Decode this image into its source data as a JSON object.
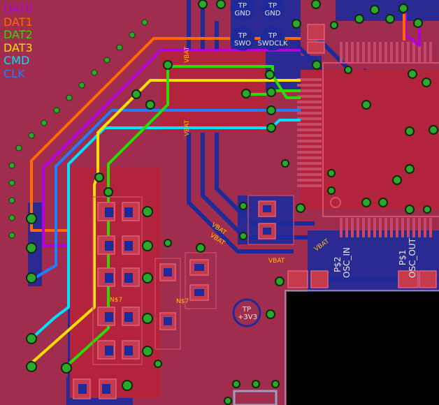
{
  "legend": [
    {
      "label": "DAT0",
      "color": "#b400dc"
    },
    {
      "label": "DAT1",
      "color": "#ff6a00"
    },
    {
      "label": "DAT2",
      "color": "#2adc00"
    },
    {
      "label": "DAT3",
      "color": "#ffe000"
    },
    {
      "label": "CMD",
      "color": "#00e0ff"
    },
    {
      "label": "CLK",
      "color": "#1f7fff"
    }
  ],
  "silkscreen": {
    "tp_gnd_1_a": "TP",
    "tp_gnd_1_b": "GND",
    "tp_gnd_2_a": "TP",
    "tp_gnd_2_b": "GND",
    "tp_swo_a": "TP",
    "tp_swo_b": "SWO",
    "tp_swdclk_a": "TP",
    "tp_swdclk_b": "SWDCLK",
    "tp_3v3_a": "TP",
    "tp_3v3_b": "+3V3",
    "osc_in_a": "P$2",
    "osc_in_b": "OSC_IN",
    "osc_out_a": "P$1",
    "osc_out_b": "OSC_OUT"
  },
  "net_labels": {
    "vbat_1": "VBAT",
    "vbat_2": "VBAT",
    "vbat_3": "VBAT",
    "vbat_4": "VBAT",
    "vbat_5": "VBAT",
    "vbat_6": "VBAT",
    "n37_1": "N$7",
    "n37_2": "N$7"
  },
  "colors": {
    "board": "#a02d4d",
    "bottom_copper": "#1e2a9a",
    "top_copper": "#b0253e",
    "pad": "#c53a4c",
    "via_ring": "#2ca82c",
    "package": "#000000"
  }
}
